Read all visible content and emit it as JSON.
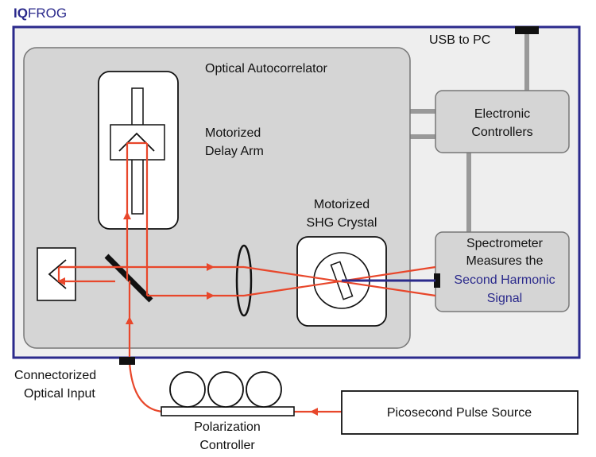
{
  "brand": {
    "bold": "IQ",
    "light": "FROG"
  },
  "labels": {
    "usb": "USB to PC",
    "autocorrelator": "Optical Autocorrelator",
    "delay_line1": "Motorized",
    "delay_line2": "Delay Arm",
    "electronic_line1": "Electronic",
    "electronic_line2": "Controllers",
    "shg_line1": "Motorized",
    "shg_line2": "SHG Crystal",
    "spectro_line1": "Spectrometer",
    "spectro_line2": "Measures the",
    "spectro_line3": "Second Harmonic",
    "spectro_line4": "Signal",
    "input_line1": "Connectorized",
    "input_line2": "Optical Input",
    "pol_line1": "Polarization",
    "pol_line2": "Controller",
    "source": "Picosecond Pulse Source"
  },
  "colors": {
    "frame": "#2b2a8c",
    "beam": "#e8472b",
    "panel": "#e2e2e2",
    "module": "#d0d0d0",
    "cable": "#999999",
    "sh_signal": "#2b2a8c"
  }
}
